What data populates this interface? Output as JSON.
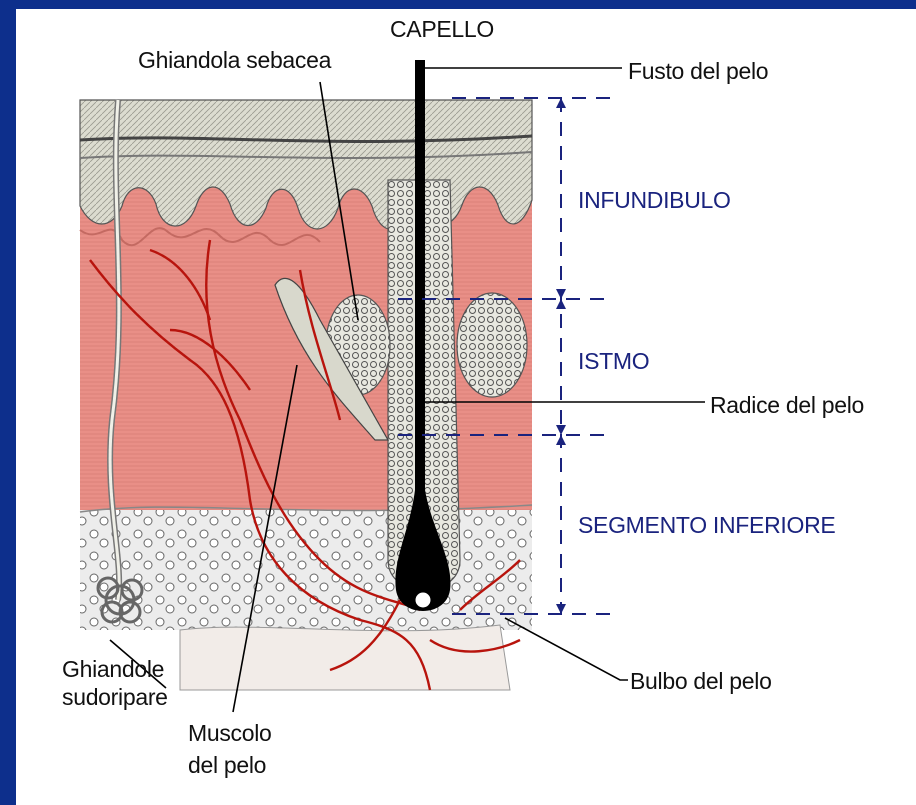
{
  "labels": {
    "capello": "CAPELLO",
    "ghiandola_sebacea": "Ghiandola sebacea",
    "fusto": "Fusto del pelo",
    "infundibulo": "INFUNDIBULO",
    "istmo": "ISTMO",
    "radice": "Radice del pelo",
    "segmento_inferiore": "SEGMENTO INFERIORE",
    "bulbo": "Bulbo del pelo",
    "ghiandole_sudoripare_1": "Ghiandole",
    "ghiandole_sudoripare_2": "sudoripare",
    "muscolo_1": "Muscolo",
    "muscolo_2": "del pelo"
  },
  "colors": {
    "frame": "#0d2f8c",
    "dermis": "#e98f87",
    "epidermis": "#dcdcd0",
    "vessel": "#b8140d",
    "hair": "#000000",
    "divider": "#1a237e"
  }
}
